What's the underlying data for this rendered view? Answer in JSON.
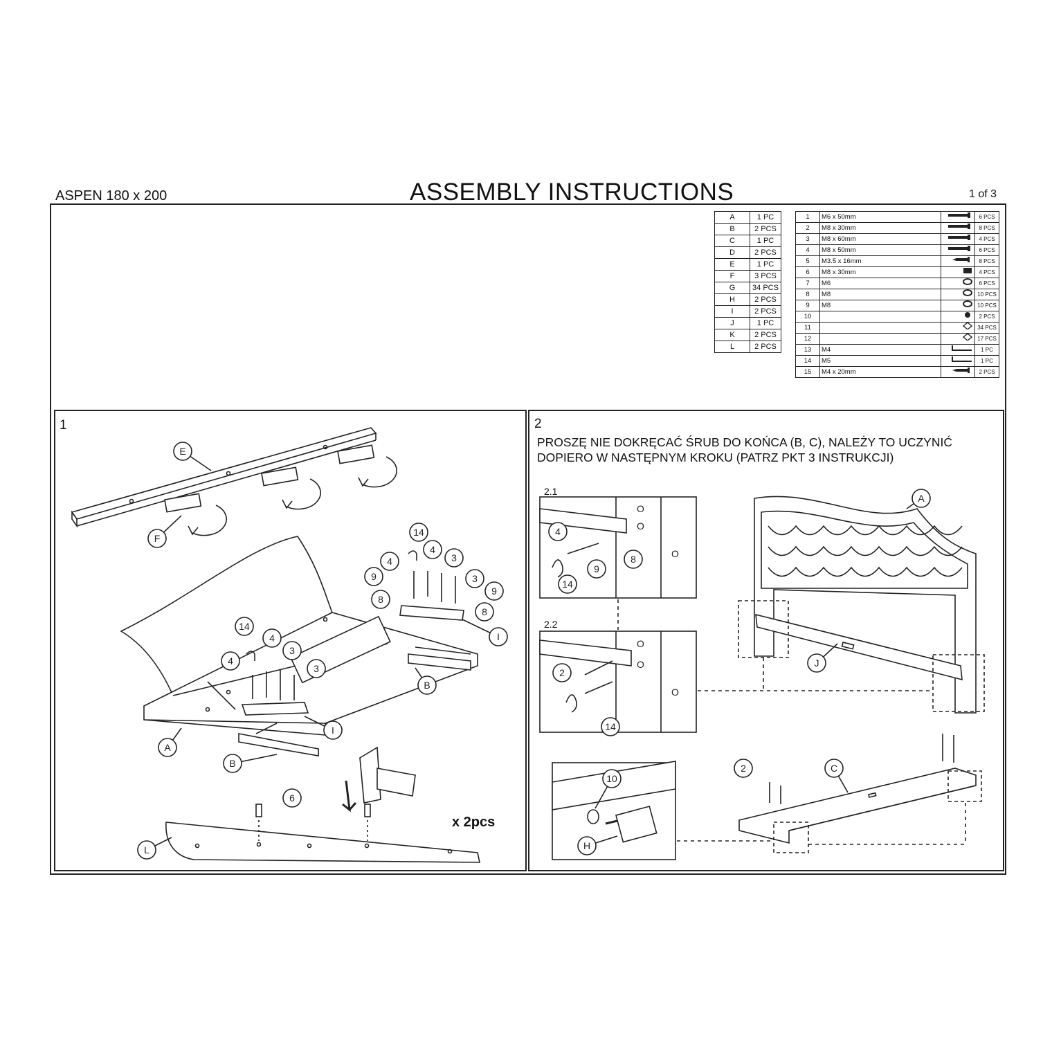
{
  "header": {
    "product": "ASPEN 180 x 200",
    "title": "ASSEMBLY INSTRUCTIONS",
    "page": "1 of 3"
  },
  "parts": [
    {
      "letter": "A",
      "qty": "1 PC"
    },
    {
      "letter": "B",
      "qty": "2 PCS"
    },
    {
      "letter": "C",
      "qty": "1 PC"
    },
    {
      "letter": "D",
      "qty": "2 PCS"
    },
    {
      "letter": "E",
      "qty": "1 PC"
    },
    {
      "letter": "F",
      "qty": "3 PCS"
    },
    {
      "letter": "G",
      "qty": "34 PCS"
    },
    {
      "letter": "H",
      "qty": "2 PCS"
    },
    {
      "letter": "I",
      "qty": "2 PCS"
    },
    {
      "letter": "J",
      "qty": "1 PC"
    },
    {
      "letter": "K",
      "qty": "2 PCS"
    },
    {
      "letter": "L",
      "qty": "2 PCS"
    }
  ],
  "hardware": [
    {
      "num": "1",
      "size": "M6 x 50mm",
      "qty": "6 PCS",
      "icon": "bolt-icon"
    },
    {
      "num": "2",
      "size": "M8 x 30mm",
      "qty": "8 PCS",
      "icon": "bolt-icon"
    },
    {
      "num": "3",
      "size": "M8 x 60mm",
      "qty": "4 PCS",
      "icon": "bolt-icon"
    },
    {
      "num": "4",
      "size": "M8 x 50mm",
      "qty": "6 PCS",
      "icon": "bolt-icon"
    },
    {
      "num": "5",
      "size": "M3.5 x 16mm",
      "qty": "8 PCS",
      "icon": "screw-icon"
    },
    {
      "num": "6",
      "size": "M8 x 30mm",
      "qty": "4 PCS",
      "icon": "dowel-icon"
    },
    {
      "num": "7",
      "size": "M6",
      "qty": "6 PCS",
      "icon": "washer-icon"
    },
    {
      "num": "8",
      "size": "M8",
      "qty": "10 PCS",
      "icon": "washer-icon"
    },
    {
      "num": "9",
      "size": "M8",
      "qty": "10 PCS",
      "icon": "washer-icon"
    },
    {
      "num": "10",
      "size": "",
      "qty": "2 PCS",
      "icon": "pad-icon"
    },
    {
      "num": "11",
      "size": "",
      "qty": "34 PCS",
      "icon": "clip-icon"
    },
    {
      "num": "12",
      "size": "",
      "qty": "17 PCS",
      "icon": "clip-icon"
    },
    {
      "num": "13",
      "size": "M4",
      "qty": "1 PC",
      "icon": "allen-key-icon"
    },
    {
      "num": "14",
      "size": "M5",
      "qty": "1 PC",
      "icon": "allen-key-icon"
    },
    {
      "num": "15",
      "size": "M4 x 20mm",
      "qty": "2 PCS",
      "icon": "screw-icon"
    }
  ],
  "step1": {
    "number": "1",
    "multiplier": "x 2pcs",
    "callouts": {
      "E": "E",
      "F": "F",
      "A": "A",
      "B": "B",
      "I": "I",
      "L": "L",
      "n14": "14",
      "n4": "4",
      "n3": "3",
      "n9": "9",
      "n8": "8",
      "n6": "6"
    }
  },
  "step2": {
    "number": "2",
    "note_line1": "PROSZĘ NIE DOKRĘCAĆ ŚRUB DO KOŃCA (B, C), NALEŻY TO UCZYNIĆ",
    "note_line2": "DOPIERO W NASTĘPNYM KROKU (PATRZ PKT 3 INSTRUKCJI)",
    "sub1": "2.1",
    "sub2": "2.2",
    "callouts": {
      "A": "A",
      "J": "J",
      "C": "C",
      "H": "H",
      "n2": "2",
      "n4": "4",
      "n8": "8",
      "n9": "9",
      "n10": "10",
      "n14": "14"
    }
  }
}
